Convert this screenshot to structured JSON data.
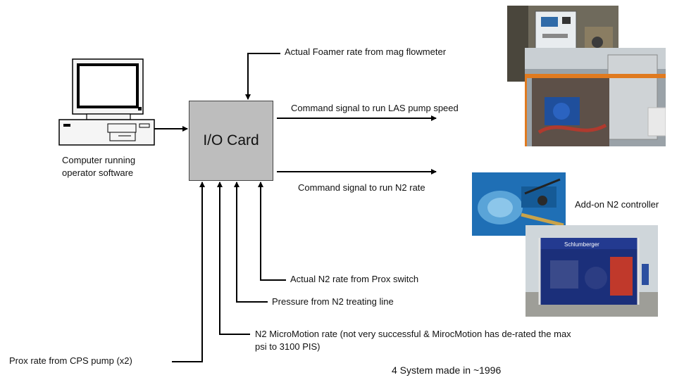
{
  "io_card": {
    "label": "I/O Card"
  },
  "computer": {
    "caption_line1": "Computer running",
    "caption_line2": "operator software"
  },
  "signals": {
    "foamer": "Actual Foamer rate from mag flowmeter",
    "las_command": "Command signal to run LAS pump speed",
    "n2_command": "Command signal to run N2 rate",
    "n2_prox": "Actual N2 rate from Prox switch",
    "n2_pressure": "Pressure from N2 treating line",
    "micromotion_line1": "N2 MicroMotion rate  (not very successful & MirocMotion has de-rated the max",
    "micromotion_line2": "psi to 3100 PIS)",
    "cps_prox": "Prox rate from CPS pump (x2)"
  },
  "photos": {
    "addon_caption": "Add-on N2 controller",
    "unit_brand": "Schlumberger"
  },
  "footer": {
    "note": "4 System made in ~1996"
  }
}
